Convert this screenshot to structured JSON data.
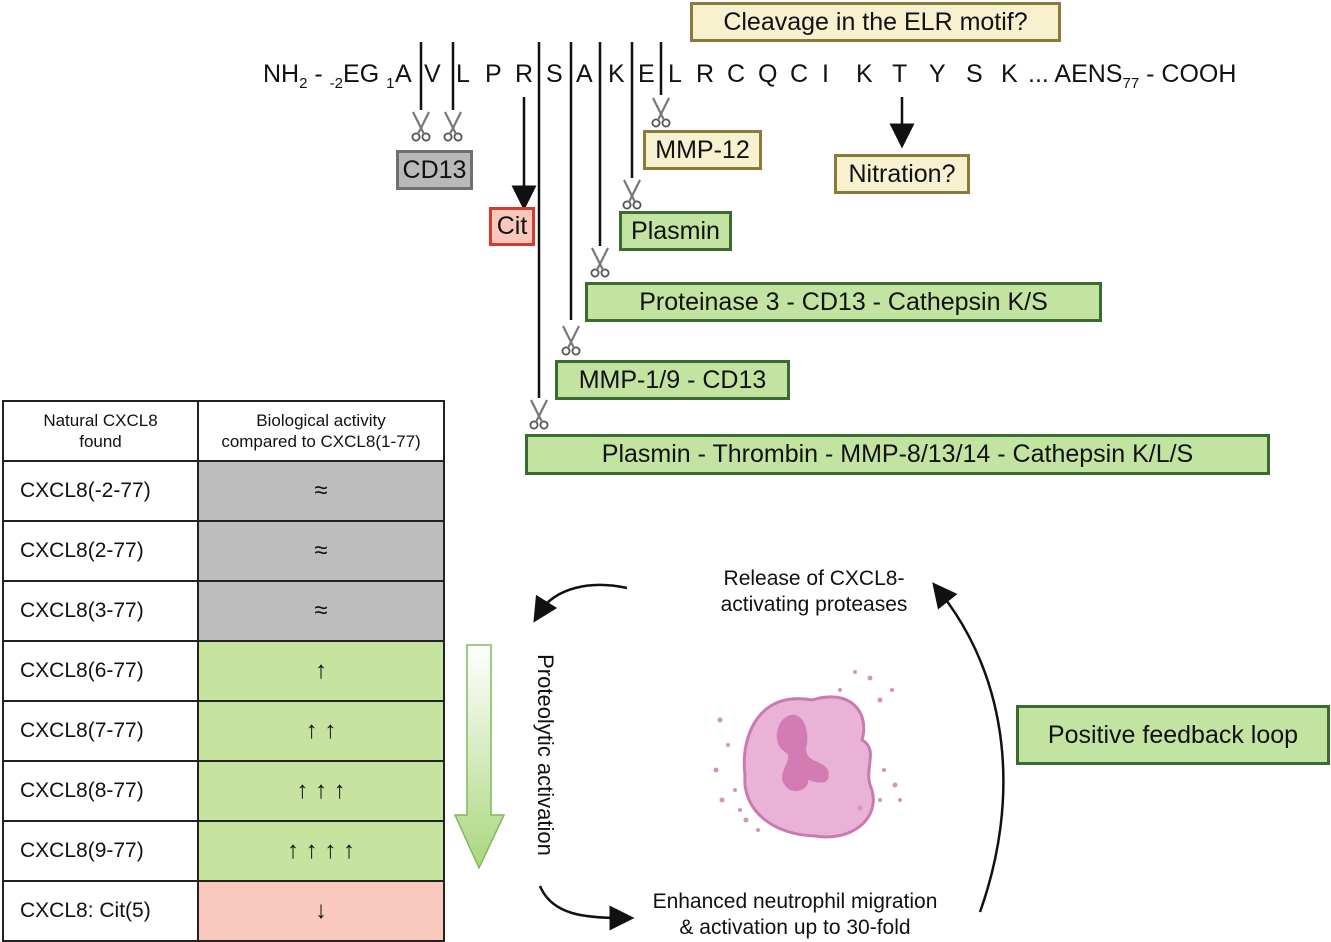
{
  "sequence": {
    "prefix_a": "NH",
    "prefix_sub2": "2",
    "prefix_b": " - ",
    "prefix_sub_m2": "-2",
    "prefix_c": "EG ",
    "prefix_sub1": "1",
    "residues": [
      "A",
      "V",
      "L",
      "P",
      "R",
      "S",
      "A",
      "K",
      "E",
      "L",
      "R",
      "C",
      "Q",
      "C",
      "I",
      "K",
      "T",
      "Y",
      "S",
      "K"
    ],
    "suffix_a": "... AENS",
    "suffix_sub": "77",
    "suffix_b": " - COOH"
  },
  "labels": {
    "elr_question": "Cleavage in the ELR motif?",
    "cd13": "CD13",
    "mmp12": "MMP-12",
    "nitration": "Nitration?",
    "cit": "Cit",
    "plasmin": "Plasmin",
    "proteinase3": "Proteinase 3 - CD13 - Cathepsin K/S",
    "mmp19": "MMP-1/9 - CD13",
    "plasmin_thrombin": "Plasmin - Thrombin - MMP-8/13/14 - Cathepsin K/L/S"
  },
  "table": {
    "header_col1": "Natural CXCL8\nfound",
    "header_col2": "Biological activity\ncompared to CXCL8(1-77)",
    "rows": [
      {
        "name": "CXCL8(-2-77)",
        "activity": "≈",
        "color": "#bdbdbd"
      },
      {
        "name": "CXCL8(2-77)",
        "activity": "≈",
        "color": "#bdbdbd"
      },
      {
        "name": "CXCL8(3-77)",
        "activity": "≈",
        "color": "#bdbdbd"
      },
      {
        "name": "CXCL8(6-77)",
        "activity": "↑",
        "color": "#c6e4a0"
      },
      {
        "name": "CXCL8(7-77)",
        "activity": "↑ ↑",
        "color": "#c6e4a0"
      },
      {
        "name": "CXCL8(8-77)",
        "activity": "↑ ↑ ↑",
        "color": "#c6e4a0"
      },
      {
        "name": "CXCL8(9-77)",
        "activity": "↑ ↑ ↑ ↑",
        "color": "#c6e4a0"
      },
      {
        "name": "CXCL8: Cit(5)",
        "activity": "↓",
        "color": "#f9c9bd"
      }
    ]
  },
  "loop": {
    "proteolytic": "Proteolytic activation",
    "release": "Release of CXCL8-\nactivating proteases",
    "enhanced": "Enhanced neutrophil migration\n& activation up to 30-fold",
    "feedback": "Positive feedback loop"
  },
  "colors": {
    "green_fill": "#c3e3a0",
    "green_border": "#3b6b33",
    "yellow_fill": "#f7f1cf",
    "red_fill": "#f9c7bc",
    "gray_fill": "#b9b9b9",
    "neutrophil": "#e9a6cf"
  },
  "icons": [
    "scissors-icon",
    "down-arrow-icon",
    "neutrophil-cell-icon",
    "gradient-arrow-icon"
  ]
}
